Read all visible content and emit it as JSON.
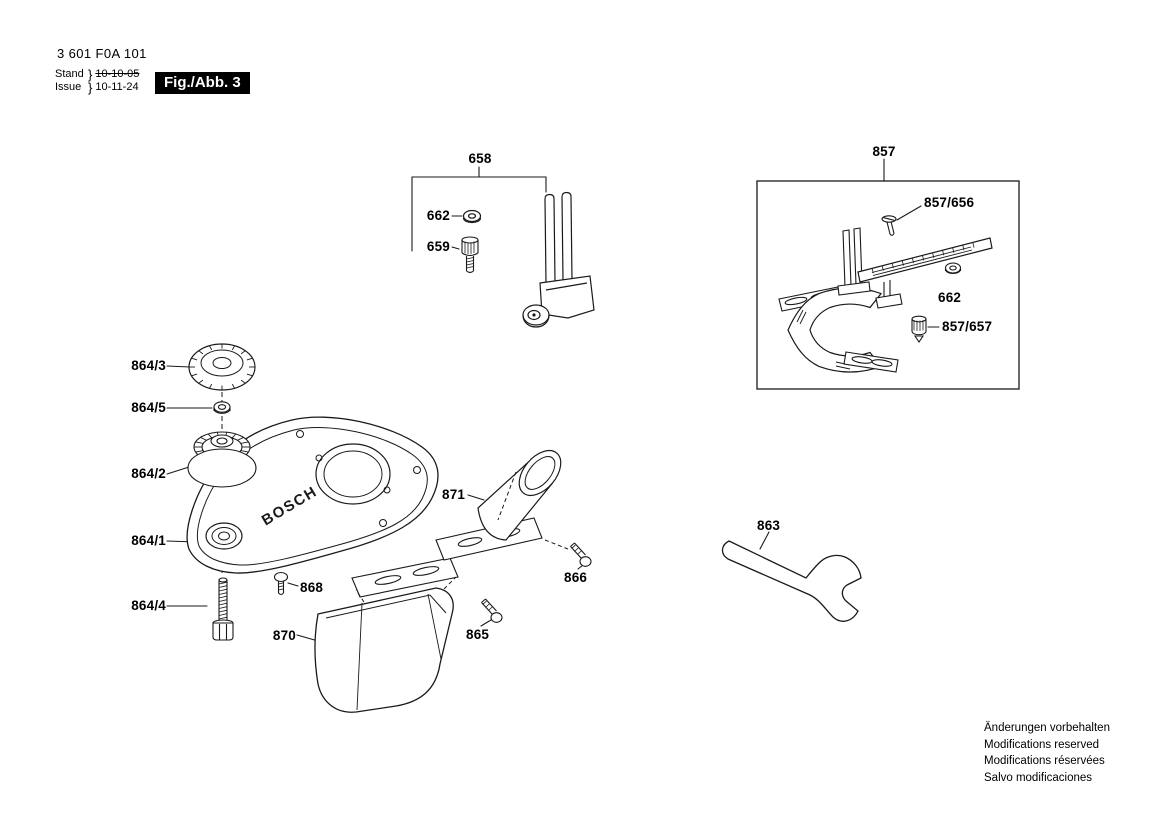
{
  "header": {
    "part_number": "3 601 F0A 101",
    "stand_label": "Stand",
    "issue_label": "Issue",
    "brace": "}",
    "stand_date": "10-10-05",
    "issue_date": "10-11-24",
    "fig_label": "Fig./Abb. 3"
  },
  "diagram": {
    "plate_logo": "BOSCH"
  },
  "callouts": {
    "c658": "658",
    "c662a": "662",
    "c659": "659",
    "c857": "857",
    "c857_656": "857/656",
    "c662b": "662",
    "c857_657": "857/657",
    "c864_3": "864/3",
    "c864_5": "864/5",
    "c864_2": "864/2",
    "c864_1": "864/1",
    "c864_4": "864/4",
    "c868": "868",
    "c870": "870",
    "c871": "871",
    "c866": "866",
    "c865": "865",
    "c863": "863"
  },
  "footer": {
    "line1": "Änderungen vorbehalten",
    "line2": "Modifications reserved",
    "line3": "Modifications réservées",
    "line4": "Salvo modificaciones"
  }
}
